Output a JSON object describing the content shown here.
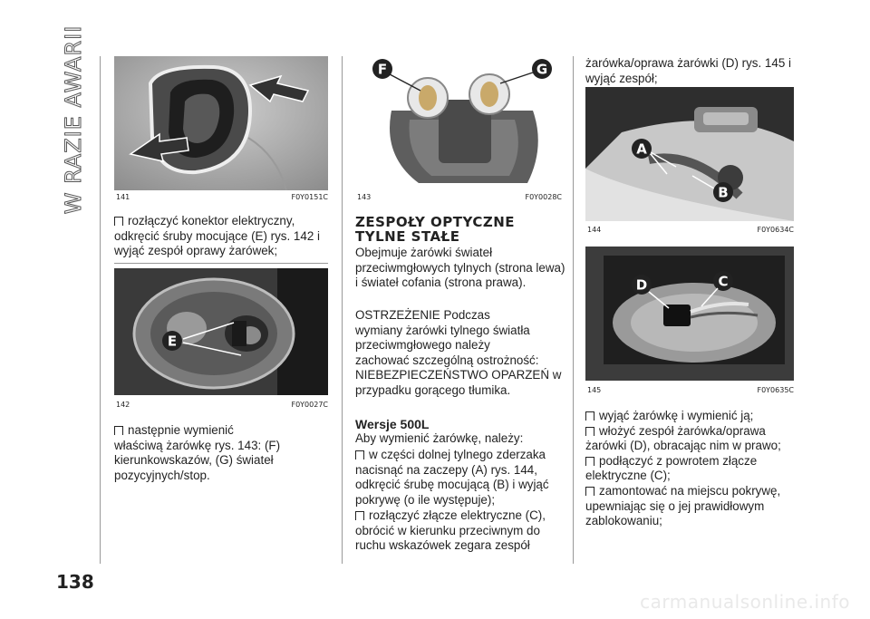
{
  "section_title": "W RAZIE AWARII",
  "page_number": "138",
  "watermark": "carmanualsonline.info",
  "figures": [
    {
      "num": "141",
      "code": "F0Y0151C"
    },
    {
      "num": "142",
      "code": "F0Y0027C",
      "callouts": [
        "E"
      ]
    },
    {
      "num": "143",
      "code": "F0Y0028C",
      "callouts": [
        "F",
        "G"
      ]
    },
    {
      "num": "144",
      "code": "F0Y0634C",
      "callouts": [
        "A",
        "B"
      ]
    },
    {
      "num": "145",
      "code": "F0Y0635C",
      "callouts": [
        "D",
        "C"
      ]
    }
  ],
  "col1": {
    "step1": [
      "rozłączyć konektor elektryczny,",
      "odkręcić śruby mocujące (E) rys. 142 i",
      "wyjąć zespół oprawy żarówek;"
    ],
    "step2": [
      "następnie wymienić",
      "właściwą żarówkę rys. 143: (F)",
      "kierunkowskazów, (G) świateł",
      "pozycyjnych/stop."
    ]
  },
  "col2": {
    "heading": [
      "ZESPOŁY OPTYCZNE",
      "TYLNE STAŁE"
    ],
    "intro": [
      "Obejmuje żarówki świateł",
      "przeciwmgłowych tylnych (strona lewa)",
      "i świateł cofania (strona prawa)."
    ],
    "warning": [
      "OSTRZEŻENIE Podczas",
      "wymiany żarówki tylnego światła",
      "przeciwmgłowego należy",
      "zachować szczególną ostrożność:",
      "NIEBEZPIECZEŃSTWO OPARZEŃ w",
      "przypadku gorącego tłumika."
    ],
    "subheading": "Wersje 500L",
    "lead": "Aby wymienić żarówkę, należy:",
    "step1": [
      "w części dolnej tylnego zderzaka",
      "nacisnąć na zaczepy (A) rys. 144,",
      "odkręcić śrubę mocującą (B) i wyjąć",
      "pokrywę (o ile występuje);"
    ],
    "step2": [
      "rozłączyć złącze elektryczne (C),",
      "obrócić w kierunku przeciwnym do",
      "ruchu wskazówek zegara zespół"
    ]
  },
  "col3": {
    "cont": [
      "żarówka/oprawa żarówki (D) rys. 145 i",
      "wyjąć zespół;"
    ],
    "step1": "wyjąć żarówkę i wymienić ją;",
    "step2": [
      "włożyć zespół żarówka/oprawa",
      "żarówki (D), obracając nim w prawo;"
    ],
    "step3": [
      "podłączyć z powrotem złącze",
      "elektryczne (C);"
    ],
    "step4": [
      "zamontować na miejscu pokrywę,",
      "upewniając się o jej prawidłowym",
      "zablokowaniu;"
    ]
  }
}
